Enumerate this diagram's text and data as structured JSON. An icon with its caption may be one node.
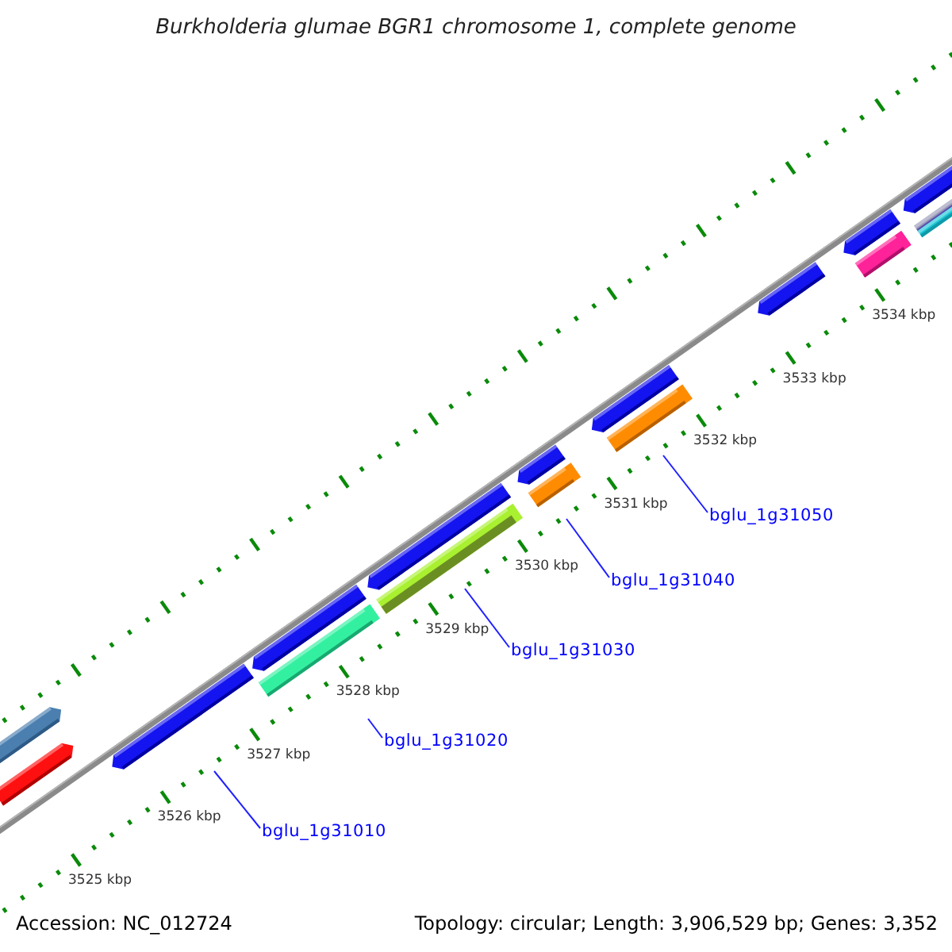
{
  "diagram": {
    "title": "Burkholderia glumae BGR1 chromosome 1, complete genome",
    "nodes": [
      {
        "text": [
          "bglu_1g31010"
        ]
      },
      {
        "text": [
          "bglu_1g31020"
        ]
      },
      {
        "text": [
          "bglu_1g31030"
        ]
      },
      {
        "text": [
          "bglu_1g31040"
        ]
      },
      {
        "text": [
          "bglu_1g31050"
        ]
      }
    ],
    "edges": [
      {
        "from": 0,
        "to": null,
        "arrow": "none"
      },
      {
        "from": 1,
        "to": null,
        "arrow": "none"
      },
      {
        "from": 2,
        "to": null,
        "arrow": "none"
      },
      {
        "from": 3,
        "to": null,
        "arrow": "none"
      },
      {
        "from": 4,
        "to": null,
        "arrow": "none"
      }
    ],
    "labels": [
      "3525 kbp",
      "3526 kbp",
      "3527 kbp",
      "3528 kbp",
      "3529 kbp",
      "3530 kbp",
      "3531 kbp",
      "3532 kbp",
      "3533 kbp",
      "3534 kbp",
      "Accession: NC_012724",
      "Topology: circular; Length: 3,906,529 bp; Genes: 3,352"
    ]
  }
}
